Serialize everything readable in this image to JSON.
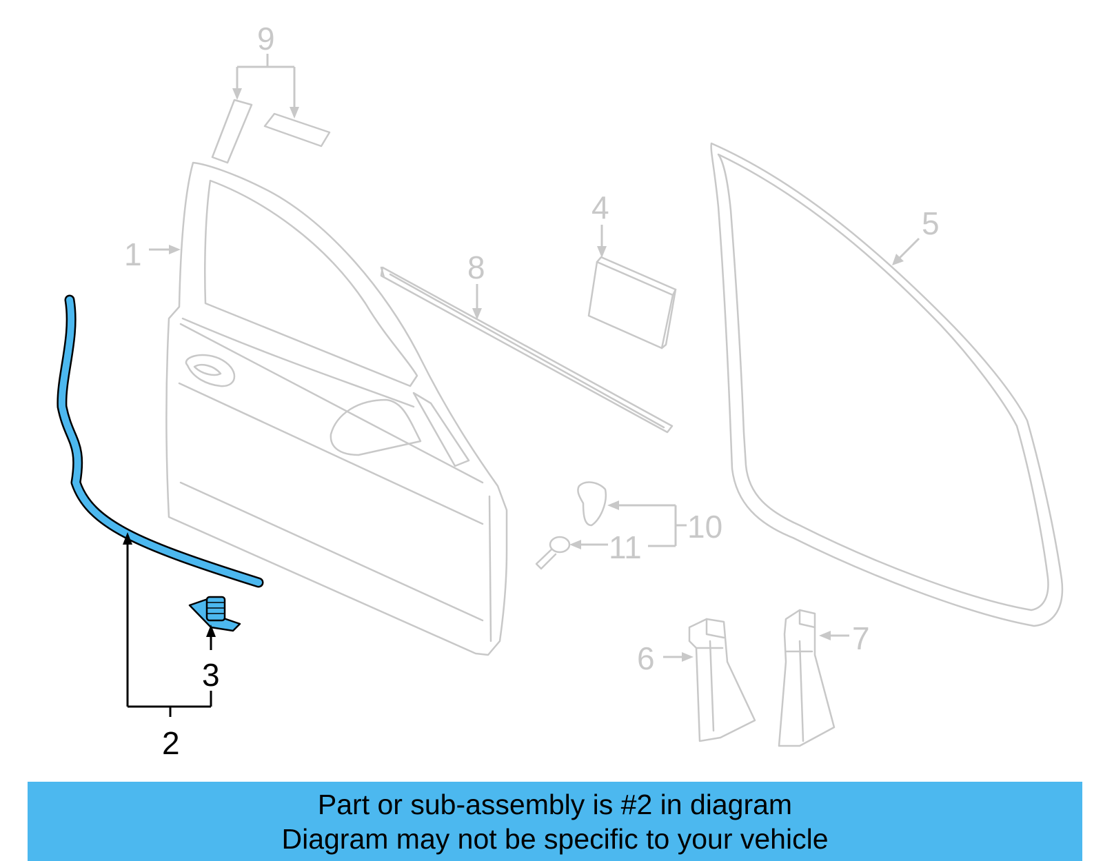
{
  "diagram": {
    "colors": {
      "highlight": "#4cb8ef",
      "inactive_part": "#c8c8c8",
      "active_line": "#000000",
      "banner_background": "#4cb8ef"
    },
    "callouts": {
      "c1": "1",
      "c2": "2",
      "c3": "3",
      "c4": "4",
      "c5": "5",
      "c6": "6",
      "c7": "7",
      "c8": "8",
      "c9": "9",
      "c10": "10",
      "c11": "11"
    },
    "highlighted_parts": [
      "2",
      "3"
    ]
  },
  "banner": {
    "line1": "Part or sub-assembly is #2 in diagram",
    "line2": "Diagram may not be specific to your vehicle"
  }
}
